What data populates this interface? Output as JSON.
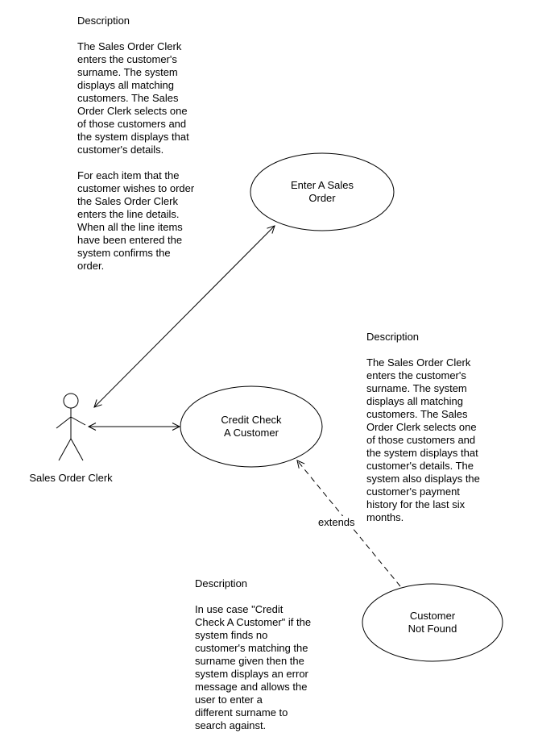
{
  "diagram": {
    "actor": {
      "label": "Sales Order Clerk"
    },
    "use_cases": {
      "enter_sales_order": {
        "label": "Enter A Sales\nOrder"
      },
      "credit_check": {
        "label": "Credit Check\nA Customer"
      },
      "customer_not_found": {
        "label": "Customer\nNot Found"
      }
    },
    "relationships": {
      "extends_label": "extends"
    }
  },
  "notes": {
    "enter_sales_order": {
      "heading": "Description",
      "para1": "The Sales Order Clerk\nenters the customer's\nsurname. The system\ndisplays all matching\ncustomers. The Sales\nOrder Clerk selects one\nof those customers and\nthe system displays that\ncustomer's details.",
      "para2": "For each item that the\ncustomer wishes to order\nthe Sales Order Clerk\nenters the line details.\nWhen all the line items\nhave been entered the\nsystem confirms the\norder."
    },
    "credit_check": {
      "heading": "Description",
      "para1": "The Sales Order Clerk\nenters the customer's\nsurname. The system\ndisplays all matching\ncustomers. The Sales\nOrder Clerk selects one\nof those customers and\nthe system displays that\ncustomer's details. The\nsystem also displays the\ncustomer's payment\nhistory for the last six\nmonths."
    },
    "customer_not_found": {
      "heading": "Description",
      "para1": "In use case \"Credit\nCheck A Customer\" if the\nsystem finds no\ncustomer's matching the\nsurname given then the\nsystem displays an error\nmessage and allows the\nuser to enter a\ndifferent surname to\nsearch against."
    }
  }
}
